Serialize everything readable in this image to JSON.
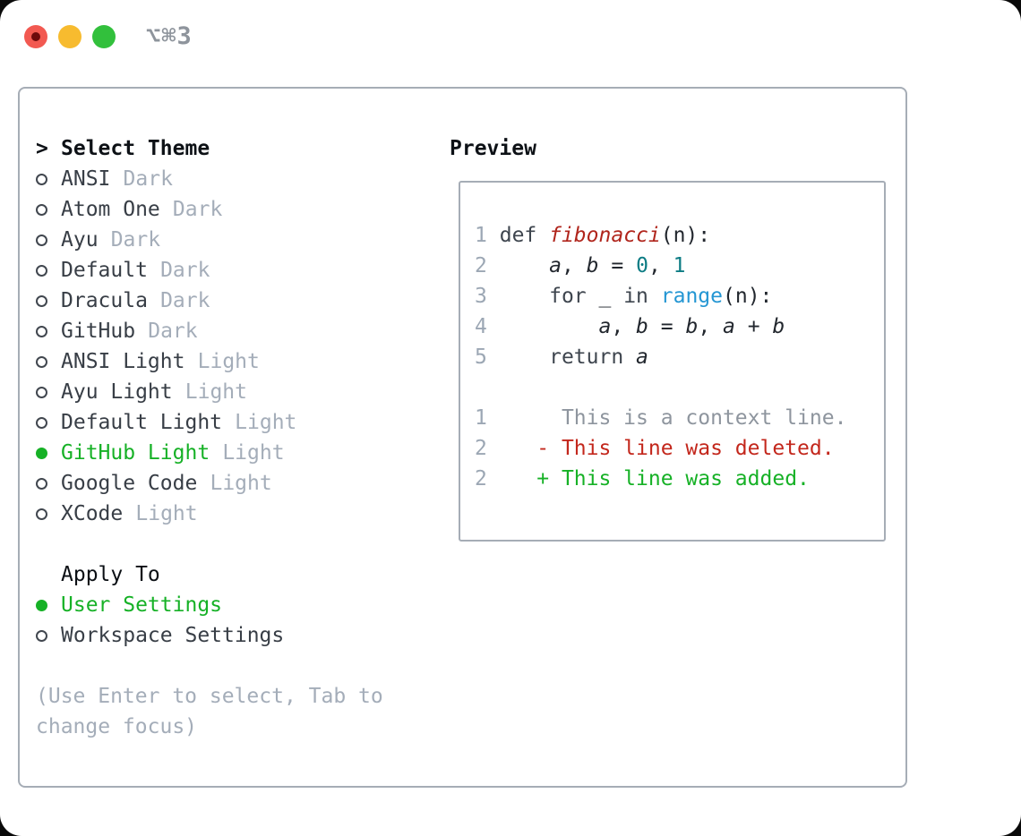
{
  "titlebar": {
    "title": "⌥⌘3",
    "buttons": [
      "close",
      "minimize",
      "maximize"
    ]
  },
  "theme_panel": {
    "header": {
      "prefix": ">",
      "label": "Select Theme"
    },
    "themes": [
      {
        "name": "ANSI",
        "variant": "Dark",
        "selected": false
      },
      {
        "name": "Atom One",
        "variant": "Dark",
        "selected": false
      },
      {
        "name": "Ayu",
        "variant": "Dark",
        "selected": false
      },
      {
        "name": "Default",
        "variant": "Dark",
        "selected": false
      },
      {
        "name": "Dracula",
        "variant": "Dark",
        "selected": false
      },
      {
        "name": "GitHub",
        "variant": "Dark",
        "selected": false
      },
      {
        "name": "ANSI Light",
        "variant": "Light",
        "selected": false
      },
      {
        "name": "Ayu Light",
        "variant": "Light",
        "selected": false
      },
      {
        "name": "Default Light",
        "variant": "Light",
        "selected": false
      },
      {
        "name": "GitHub Light",
        "variant": "Light",
        "selected": true
      },
      {
        "name": "Google Code",
        "variant": "Light",
        "selected": false
      },
      {
        "name": "XCode",
        "variant": "Light",
        "selected": false
      }
    ],
    "apply_to": {
      "label": "Apply To",
      "options": [
        {
          "name": "User Settings",
          "selected": true
        },
        {
          "name": "Workspace Settings",
          "selected": false
        }
      ]
    },
    "hint_lines": [
      "(Use Enter to select, Tab to",
      "change focus)"
    ]
  },
  "preview": {
    "label": "Preview",
    "lines": [
      {
        "num": "",
        "segments": []
      },
      {
        "num": "1",
        "segments": [
          {
            "text": " ",
            "style": "plain"
          },
          {
            "text": "def ",
            "style": "keyword"
          },
          {
            "text": "fibonacci",
            "style": "function"
          },
          {
            "text": "(n):",
            "style": "plain"
          }
        ]
      },
      {
        "num": "2",
        "segments": [
          {
            "text": "     ",
            "style": "plain"
          },
          {
            "text": "a",
            "style": "var"
          },
          {
            "text": ", ",
            "style": "plain"
          },
          {
            "text": "b",
            "style": "var"
          },
          {
            "text": " = ",
            "style": "plain"
          },
          {
            "text": "0",
            "style": "number"
          },
          {
            "text": ", ",
            "style": "plain"
          },
          {
            "text": "1",
            "style": "number"
          }
        ]
      },
      {
        "num": "3",
        "segments": [
          {
            "text": "     ",
            "style": "plain"
          },
          {
            "text": "for",
            "style": "keyword"
          },
          {
            "text": " _ ",
            "style": "plain"
          },
          {
            "text": "in",
            "style": "keyword"
          },
          {
            "text": " ",
            "style": "plain"
          },
          {
            "text": "range",
            "style": "call"
          },
          {
            "text": "(n):",
            "style": "plain"
          }
        ]
      },
      {
        "num": "4",
        "segments": [
          {
            "text": "         ",
            "style": "plain"
          },
          {
            "text": "a",
            "style": "var"
          },
          {
            "text": ", ",
            "style": "plain"
          },
          {
            "text": "b",
            "style": "var"
          },
          {
            "text": " = ",
            "style": "plain"
          },
          {
            "text": "b",
            "style": "var"
          },
          {
            "text": ", ",
            "style": "plain"
          },
          {
            "text": "a",
            "style": "var"
          },
          {
            "text": " + ",
            "style": "plain"
          },
          {
            "text": "b",
            "style": "var"
          }
        ]
      },
      {
        "num": "5",
        "segments": [
          {
            "text": "     ",
            "style": "plain"
          },
          {
            "text": "return ",
            "style": "keyword"
          },
          {
            "text": "a",
            "style": "var"
          }
        ]
      },
      {
        "num": "",
        "segments": []
      },
      {
        "num": "1",
        "segments": [
          {
            "text": "      This is a context line.",
            "style": "context"
          }
        ]
      },
      {
        "num": "2",
        "segments": [
          {
            "text": "    - This line was deleted.",
            "style": "deleted"
          }
        ]
      },
      {
        "num": "2",
        "segments": [
          {
            "text": "    + This line was added.",
            "style": "added"
          }
        ]
      }
    ]
  },
  "colors": {
    "selected_green": "#16b126",
    "added_green": "#16b126",
    "deleted_red": "#c3271c",
    "function_red": "#b0251c",
    "number_teal": "#0d7c84",
    "call_blue": "#2496d3",
    "muted_gray": "#a4adb9",
    "line_number_gray": "#9ca7b4",
    "border_gray": "#a6adb6",
    "traffic_close": "#f25951",
    "traffic_close_dot": "#6d0a0c",
    "traffic_minimize": "#f7bb2f",
    "traffic_maximize": "#32c03c"
  }
}
